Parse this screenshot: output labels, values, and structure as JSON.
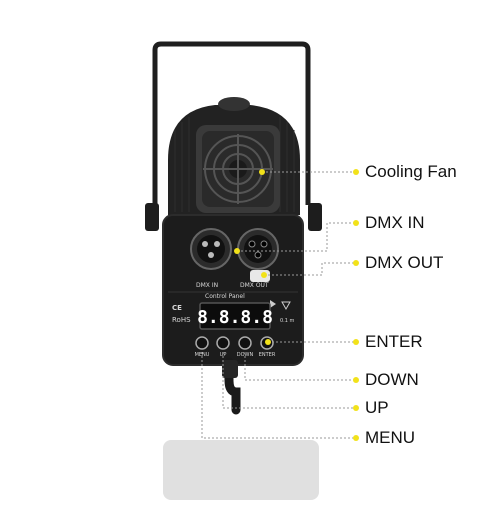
{
  "callouts": {
    "cooling_fan": "Cooling Fan",
    "dmx_in": "DMX IN",
    "dmx_out": "DMX OUT",
    "enter": "ENTER",
    "down": "DOWN",
    "up": "UP",
    "menu": "MENU"
  },
  "device": {
    "dmx_in_label": "DMX IN",
    "dmx_out_label": "DMX OUT",
    "control_panel_label": "Control Panel",
    "display_value": "8.8.8.8",
    "ce_mark": "CE",
    "rohs_mark": "RoHS",
    "distance_mark": "0.1 m",
    "buttons": [
      "MENU",
      "UP",
      "DOWN",
      "ENTER"
    ]
  },
  "colors": {
    "callout_dot": "#f2e21a",
    "leader_line": "#9a9a9a",
    "body_dark": "#1c1c1c",
    "display_segments": "#ffffff"
  }
}
